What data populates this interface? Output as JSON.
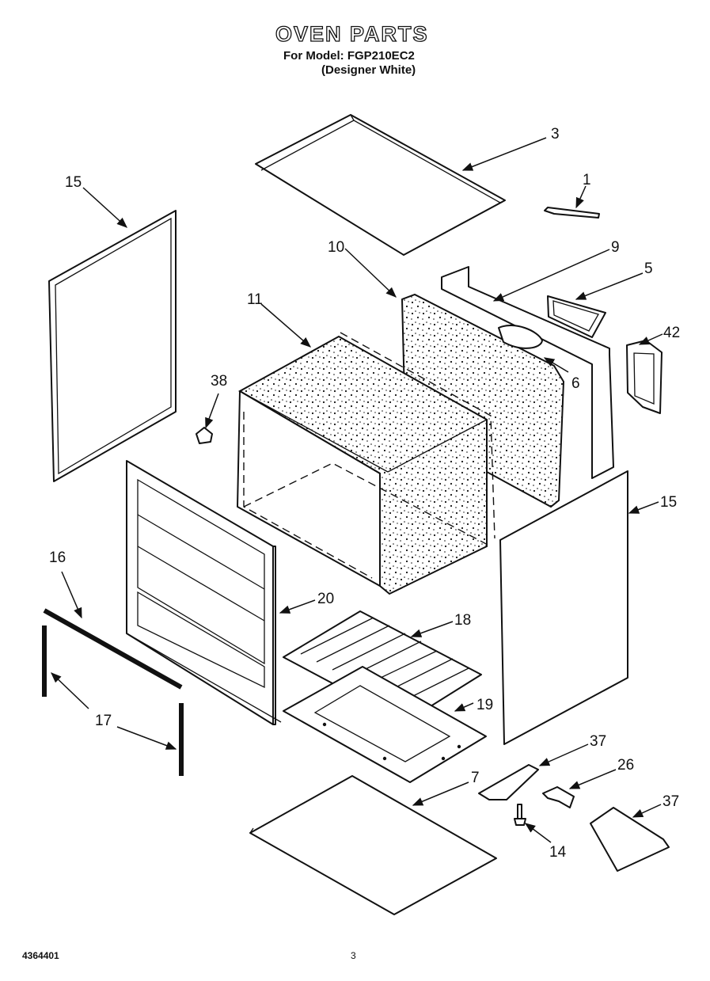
{
  "header": {
    "title": "OVEN PARTS",
    "model_line": "For Model: FGP210EC2",
    "color_line": "(Designer White)"
  },
  "footer": {
    "doc_number": "4364401",
    "page_number": "3"
  },
  "callouts": [
    "3",
    "1",
    "15",
    "10",
    "9",
    "5",
    "11",
    "42",
    "6",
    "38",
    "15",
    "16",
    "20",
    "18",
    "19",
    "17",
    "37",
    "26",
    "7",
    "37",
    "14"
  ]
}
